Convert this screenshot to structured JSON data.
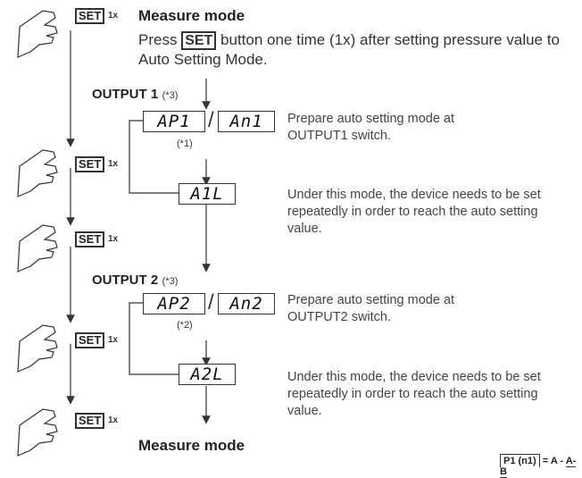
{
  "header": {
    "measure_mode_top": "Measure mode",
    "instruction_before": "Press ",
    "instruction_set": "SET",
    "instruction_after": " button one time (1x) after setting pressure value to Auto Setting Mode.",
    "measure_mode_bottom": "Measure mode"
  },
  "buttons": {
    "label": "SET",
    "times": "1x"
  },
  "output1": {
    "label": "OUTPUT 1",
    "note": "(*3)",
    "lcd_left": "AP1",
    "lcd_right": "An1",
    "sub_note": "(*1)",
    "lcd_lower": "A1L",
    "desc_prepare": "Prepare auto setting mode at OUTPUT1 switch.",
    "desc_repeat": "Under this mode, the device needs to be set repeatedly in order to reach the auto setting value."
  },
  "output2": {
    "label": "OUTPUT 2",
    "note": "(*3)",
    "lcd_left": "AP2",
    "lcd_right": "An2",
    "sub_note": "(*2)",
    "lcd_lower": "A2L",
    "desc_prepare": "Prepare auto setting mode at OUTPUT2 switch.",
    "desc_repeat": "Under this mode, the device needs to be set repeatedly in order to reach the auto setting value."
  },
  "formula": {
    "left": "P1 (n1)",
    "middle": "= A -",
    "numerator": "A-B"
  },
  "colors": {
    "line": "#333333"
  }
}
